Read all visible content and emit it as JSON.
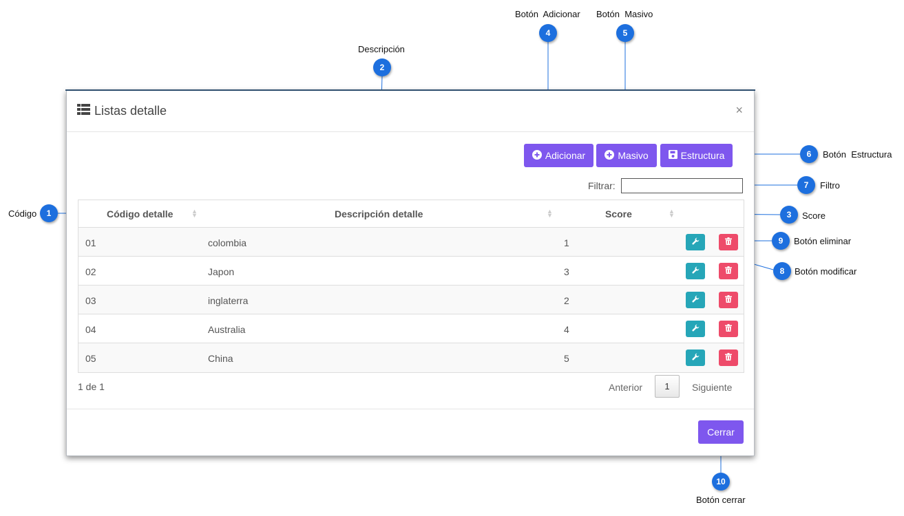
{
  "modal": {
    "title": "Listas detalle",
    "close": "×",
    "buttons": {
      "adicionar": "Adicionar",
      "masivo": "Masivo",
      "estructura": "Estructura"
    },
    "filter_label": "Filtrar:",
    "filter_value": "",
    "columns": [
      "Código detalle",
      "Descripción detalle",
      "Score"
    ],
    "rows": [
      {
        "codigo": "01",
        "descripcion": "colombia",
        "score": "1"
      },
      {
        "codigo": "02",
        "descripcion": "Japon",
        "score": "3"
      },
      {
        "codigo": "03",
        "descripcion": "inglaterra",
        "score": "2"
      },
      {
        "codigo": "04",
        "descripcion": "Australia",
        "score": "4"
      },
      {
        "codigo": "05",
        "descripcion": "China",
        "score": "5"
      }
    ],
    "pagination": {
      "info": "1 de 1",
      "prev": "Anterior",
      "page": "1",
      "next": "Siguiente"
    },
    "close_button": "Cerrar"
  },
  "callouts": [
    {
      "num": "1",
      "label": "Código"
    },
    {
      "num": "2",
      "label": "Descripción"
    },
    {
      "num": "3",
      "label": "Score"
    },
    {
      "num": "4",
      "label": "Botón  Adicionar"
    },
    {
      "num": "5",
      "label": "Botón  Masivo"
    },
    {
      "num": "6",
      "label": "Botón  Estructura"
    },
    {
      "num": "7",
      "label": "Filtro"
    },
    {
      "num": "8",
      "label": "Botón modificar"
    },
    {
      "num": "9",
      "label": "Botón eliminar"
    },
    {
      "num": "10",
      "label": "Botón cerrar"
    }
  ],
  "colors": {
    "purple": "#7e57ee",
    "teal": "#26a6b8",
    "red": "#ee4b6a",
    "callout": "#1d6fde"
  },
  "icons": [
    "list-icon",
    "plus-circle-icon",
    "save-icon",
    "wrench-icon",
    "trash-icon",
    "sort-icon"
  ]
}
